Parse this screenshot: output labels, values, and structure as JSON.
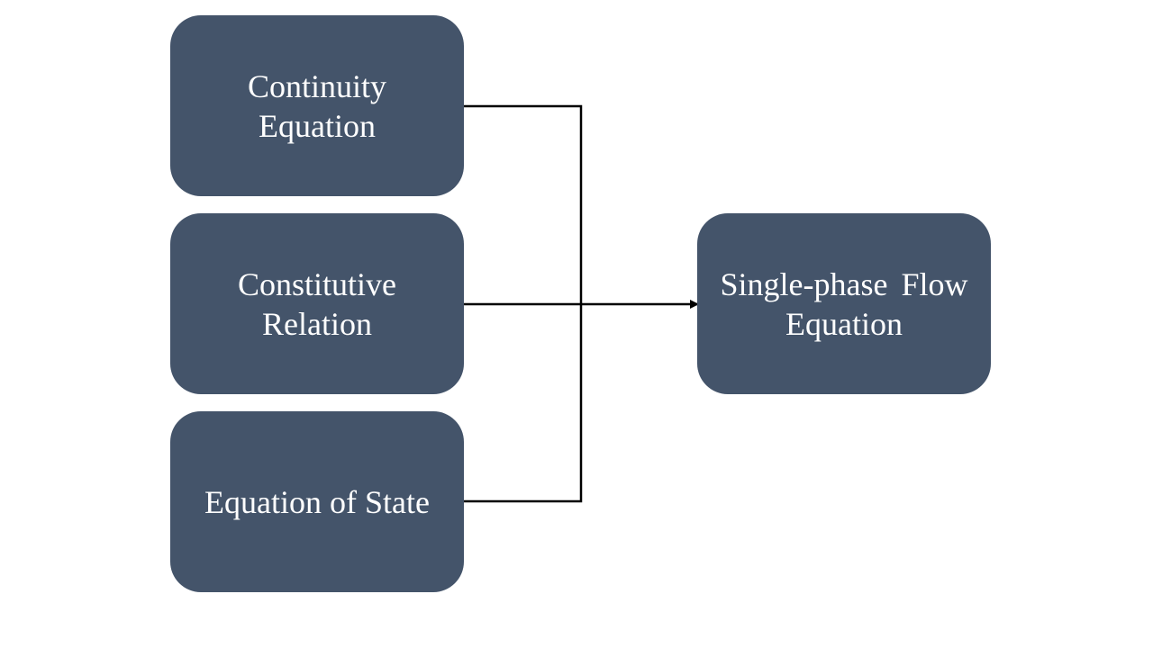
{
  "diagram": {
    "nodes": [
      {
        "id": "continuity",
        "lines": [
          "Continuity",
          "Equation"
        ]
      },
      {
        "id": "constitutive",
        "lines": [
          "Constitutive",
          "Relation"
        ]
      },
      {
        "id": "state",
        "lines": [
          "Equation of State"
        ]
      },
      {
        "id": "result",
        "lines": [
          "Single-phase Flow",
          "Equation"
        ]
      }
    ],
    "edges": [
      {
        "from": "continuity",
        "to": "result"
      },
      {
        "from": "constitutive",
        "to": "result"
      },
      {
        "from": "state",
        "to": "result"
      }
    ],
    "colors": {
      "node_fill": "#44546a",
      "node_text": "#ffffff",
      "connector": "#000000"
    }
  }
}
